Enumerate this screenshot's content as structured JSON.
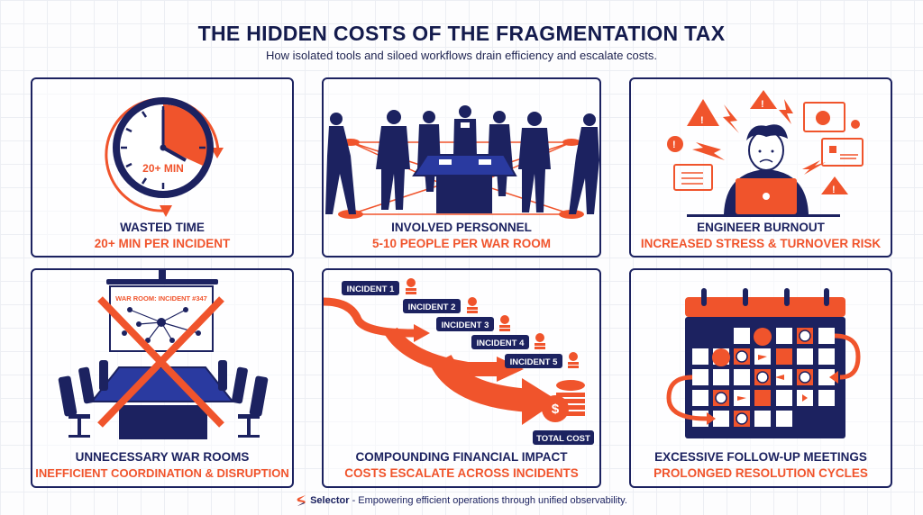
{
  "header": {
    "title": "THE HIDDEN COSTS OF THE FRAGMENTATION TAX",
    "subtitle": "How isolated tools and siloed workflows drain efficiency and escalate costs."
  },
  "colors": {
    "navy": "#1c2260",
    "orange": "#f0542c",
    "background": "#fdfdfe"
  },
  "cards": [
    {
      "icon": "clock-icon",
      "clock_label": "20+ MIN",
      "heading": "WASTED TIME",
      "subheading": "20+ MIN PER INCIDENT"
    },
    {
      "icon": "people-around-table-icon",
      "heading": "INVOLVED PERSONNEL",
      "subheading": "5-10 PEOPLE PER WAR ROOM"
    },
    {
      "icon": "stressed-engineer-icon",
      "heading": "ENGINEER BURNOUT",
      "subheading": "INCREASED STRESS & TURNOVER RISK"
    },
    {
      "icon": "crossed-out-war-room-icon",
      "screen_label": "WAR ROOM: INCIDENT #347",
      "heading": "UNNECESSARY WAR ROOMS",
      "subheading": "INEFFICIENT COORDINATION & DISRUPTION"
    },
    {
      "icon": "escalating-cost-arrows-icon",
      "incidents": [
        "INCIDENT 1",
        "INCIDENT 2",
        "INCIDENT 3",
        "INCIDENT 4",
        "INCIDENT 5"
      ],
      "total_label": "TOTAL COST",
      "heading": "COMPOUNDING FINANCIAL IMPACT",
      "subheading": "COSTS ESCALATE ACROSS INCIDENTS"
    },
    {
      "icon": "calendar-icon",
      "heading": "EXCESSIVE FOLLOW-UP MEETINGS",
      "subheading": "PROLONGED RESOLUTION CYCLES"
    }
  ],
  "footer": {
    "brand": "Selector",
    "tagline": " - Empowering efficient operations through unified observability."
  }
}
